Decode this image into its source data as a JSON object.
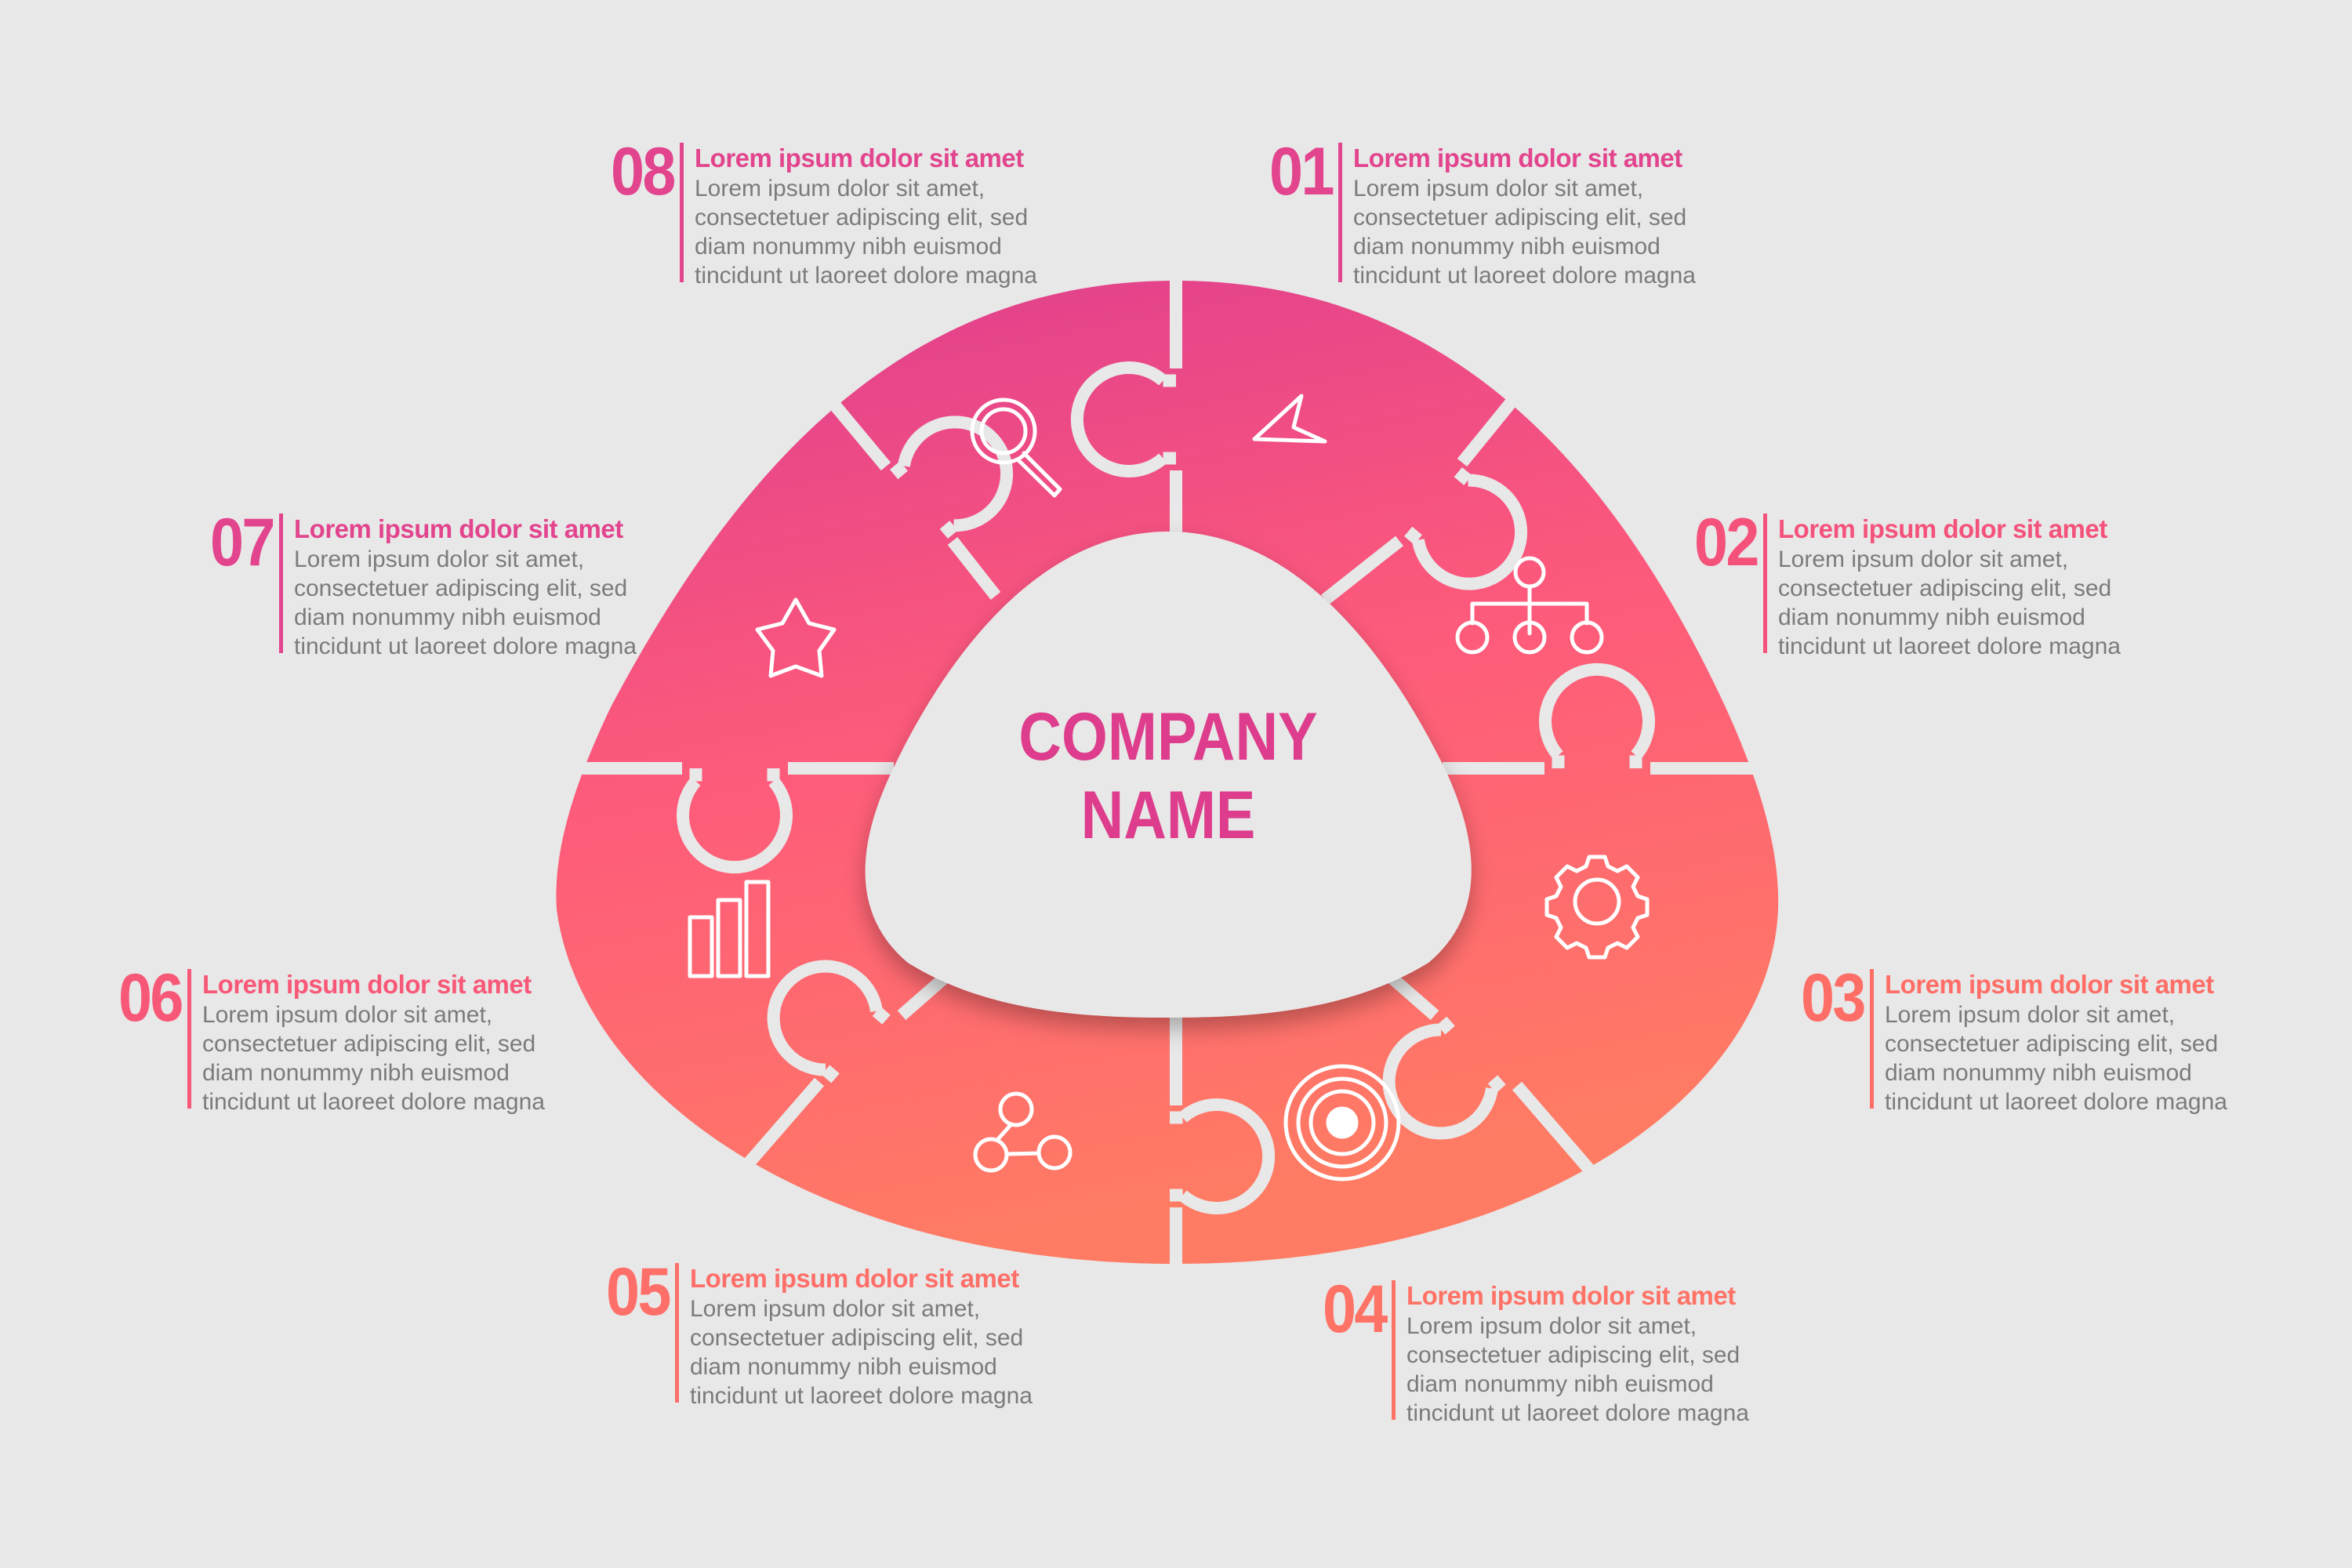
{
  "center": {
    "line1": "COMPANY",
    "line2": "NAME"
  },
  "colors": {
    "top": "#e0408e",
    "middle": "#fe5a7b",
    "bottom": "#ff7a66",
    "background": "#e8e8e8"
  },
  "steps": [
    {
      "number": "01",
      "title": "Lorem ipsum dolor sit amet",
      "lines": [
        "Lorem ipsum dolor sit amet,",
        "consectetuer adipiscing elit, sed",
        "diam nonummy nibh euismod",
        "tincidunt ut laoreet dolore magna"
      ],
      "icon": "cursor-icon",
      "color": "#e2448d"
    },
    {
      "number": "02",
      "title": "Lorem ipsum dolor sit amet",
      "lines": [
        "Lorem ipsum dolor sit amet,",
        "consectetuer adipiscing elit, sed",
        "diam nonummy nibh euismod",
        "tincidunt ut laoreet dolore magna"
      ],
      "icon": "hierarchy-icon",
      "color": "#f4527b"
    },
    {
      "number": "03",
      "title": "Lorem ipsum dolor sit amet",
      "lines": [
        "Lorem ipsum dolor sit amet,",
        "consectetuer adipiscing elit, sed",
        "diam nonummy nibh euismod",
        "tincidunt ut laoreet dolore magna"
      ],
      "icon": "gear-icon",
      "color": "#fe6e67"
    },
    {
      "number": "04",
      "title": "Lorem ipsum dolor sit amet",
      "lines": [
        "Lorem ipsum dolor sit amet,",
        "consectetuer adipiscing elit, sed",
        "diam nonummy nibh euismod",
        "tincidunt ut laoreet dolore magna"
      ],
      "icon": "target-icon",
      "color": "#ff7266"
    },
    {
      "number": "05",
      "title": "Lorem ipsum dolor sit amet",
      "lines": [
        "Lorem ipsum dolor sit amet,",
        "consectetuer adipiscing elit, sed",
        "diam nonummy nibh euismod",
        "tincidunt ut laoreet dolore magna"
      ],
      "icon": "share-icon",
      "color": "#ff6f69"
    },
    {
      "number": "06",
      "title": "Lorem ipsum dolor sit amet",
      "lines": [
        "Lorem ipsum dolor sit amet,",
        "consectetuer adipiscing elit, sed",
        "diam nonummy nibh euismod",
        "tincidunt ut laoreet dolore magna"
      ],
      "icon": "bar-chart-icon",
      "color": "#f85878"
    },
    {
      "number": "07",
      "title": "Lorem ipsum dolor sit amet",
      "lines": [
        "Lorem ipsum dolor sit amet,",
        "consectetuer adipiscing elit, sed",
        "diam nonummy nibh euismod",
        "tincidunt ut laoreet dolore magna"
      ],
      "icon": "star-icon",
      "color": "#e2448d"
    },
    {
      "number": "08",
      "title": "Lorem ipsum dolor sit amet",
      "lines": [
        "Lorem ipsum dolor sit amet,",
        "consectetuer adipiscing elit, sed",
        "diam nonummy nibh euismod",
        "tincidunt ut laoreet dolore magna"
      ],
      "icon": "magnifier-icon",
      "color": "#e2448d"
    }
  ]
}
